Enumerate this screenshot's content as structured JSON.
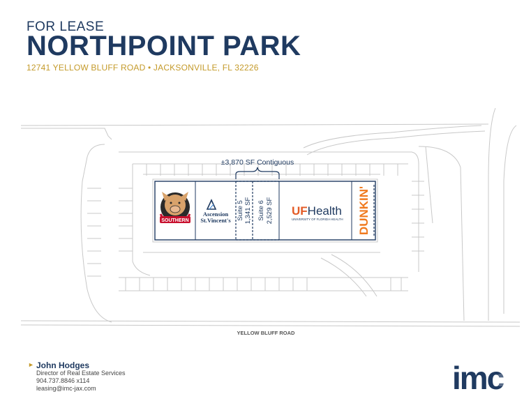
{
  "header": {
    "for_lease": "FOR LEASE",
    "title": "NORTHPOINT PARK",
    "address": "12741 YELLOW BLUFF ROAD • JACKSONVILLE, FL 32226"
  },
  "site_plan": {
    "contiguous_label": "±3,870 SF Contiguous",
    "road_label": "YELLOW BLUFF ROAD",
    "tenants": {
      "southern": "SOUTHERN",
      "ascension_line1": "Ascension",
      "ascension_line2": "St.Vincent's",
      "ufhealth_uf": "UF",
      "ufhealth_health": "Health",
      "ufhealth_sub": "UNIVERSITY OF FLORIDA HEALTH",
      "dunkin": "DUNKIN'"
    },
    "suites": [
      {
        "name": "Suite 5",
        "size": "1,341 SF"
      },
      {
        "name": "Suite 6",
        "size": "2,529 SF"
      }
    ]
  },
  "contact": {
    "name": "John Hodges",
    "role": "Director of Real Estate Services",
    "phone": "904.737.8846 x114",
    "email": "leasing@imc-jax.com"
  },
  "logo": {
    "text": "imc"
  },
  "colors": {
    "navy": "#1f3a60",
    "gold": "#c49a2a",
    "dunkin_orange": "#f07a1f",
    "uf_orange": "#e35b26",
    "southern_red": "#c8102e"
  }
}
